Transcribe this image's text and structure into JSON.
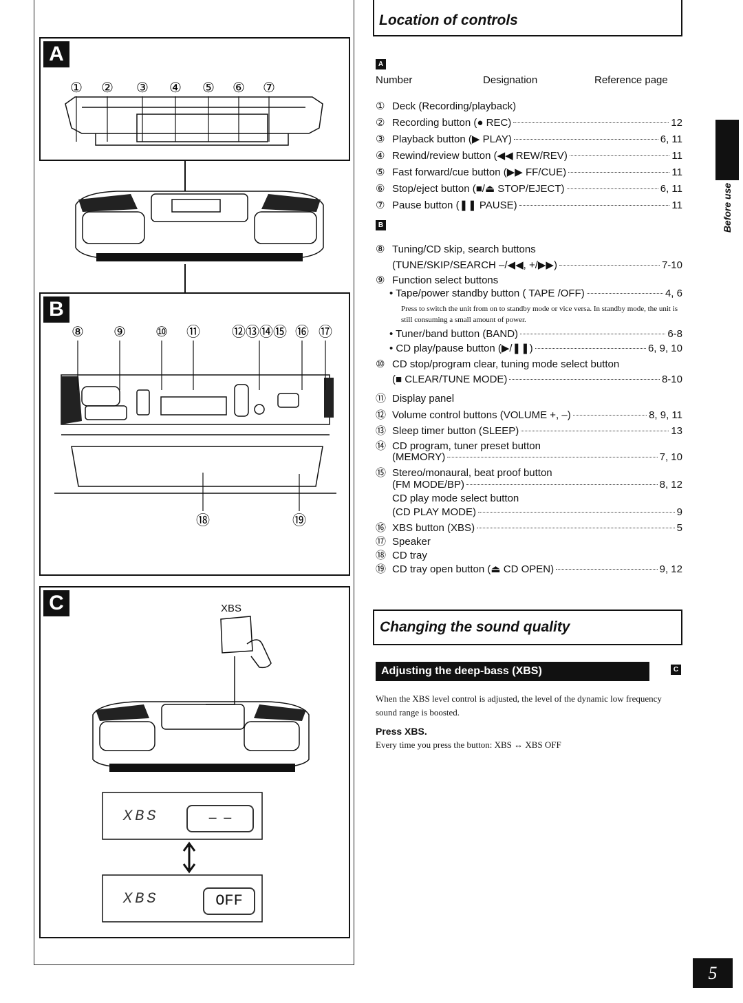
{
  "panels": {
    "a_tag": "A",
    "b_tag": "B",
    "c_tag": "C",
    "a_callouts": [
      "①",
      "②",
      "③",
      "④",
      "⑤",
      "⑥",
      "⑦"
    ],
    "b_callouts": [
      "⑧",
      "⑨",
      "⑩",
      "⑪",
      "⑫⑬⑭⑮",
      "⑯",
      "⑰"
    ],
    "b_callouts_bottom": [
      "⑱",
      "⑲"
    ],
    "c_xbs_label": "XBS",
    "c_display1": {
      "left": "XBS",
      "right": "— —"
    },
    "c_display2": {
      "left": "XBS",
      "right": "OFF"
    }
  },
  "location": {
    "title": "Location of controls",
    "section_a_tag": "A",
    "header": {
      "number": "Number",
      "designation": "Designation",
      "reference": "Reference page"
    },
    "items_a": [
      {
        "num": "①",
        "text": "Deck (Recording/playback)",
        "ref": ""
      },
      {
        "num": "②",
        "text": "Recording button (● REC)",
        "ref": "12"
      },
      {
        "num": "③",
        "text": "Playback button (▶ PLAY)",
        "ref": "6, 11"
      },
      {
        "num": "④",
        "text": "Rewind/review button (◀◀ REW/REV)",
        "ref": "11"
      },
      {
        "num": "⑤",
        "text": "Fast forward/cue button (▶▶ FF/CUE)",
        "ref": "11"
      },
      {
        "num": "⑥",
        "text": "Stop/eject button (■/⏏ STOP/EJECT)",
        "ref": "6, 11"
      },
      {
        "num": "⑦",
        "text": "Pause button (❚❚ PAUSE)",
        "ref": "11"
      }
    ],
    "section_b_tag": "B",
    "item8_line1": {
      "num": "⑧",
      "text": "Tuning/CD skip, search buttons"
    },
    "item8_line2": {
      "text": "(TUNE/SKIP/SEARCH –/◀◀, +/▶▶)",
      "ref": "7-10"
    },
    "item9": {
      "num": "⑨",
      "text": "Function select buttons"
    },
    "item9_sub1": {
      "text": "• Tape/power standby button ( TAPE /OFF)",
      "ref": "4, 6"
    },
    "item9_note": "Press to switch the unit from on to standby mode or vice versa. In standby mode, the unit is still consuming a small amount of power.",
    "item9_sub2": {
      "text": "• Tuner/band button (BAND)",
      "ref": "6-8"
    },
    "item9_sub3": {
      "text": "• CD play/pause button (▶/❚❚)",
      "ref": "6, 9, 10"
    },
    "item10_line1": {
      "num": "⑩",
      "text": "CD stop/program clear, tuning mode select button"
    },
    "item10_line2": {
      "text": "(■ CLEAR/TUNE MODE)",
      "ref": "8-10"
    },
    "item11": {
      "num": "⑪",
      "text": "Display panel"
    },
    "item12": {
      "num": "⑫",
      "text": "Volume control buttons (VOLUME +, –)",
      "ref": "8, 9, 11"
    },
    "item13": {
      "num": "⑬",
      "text": "Sleep timer button (SLEEP)",
      "ref": "13"
    },
    "item14_line1": {
      "num": "⑭",
      "text": "CD program, tuner preset button"
    },
    "item14_line2": {
      "text": "(MEMORY)",
      "ref": "7, 10"
    },
    "item15_line1": {
      "num": "⑮",
      "text": "Stereo/monaural, beat proof button"
    },
    "item15_line2": {
      "text": "(FM MODE/BP)",
      "ref": "8, 12"
    },
    "item15_line3": {
      "text": "CD play mode select button"
    },
    "item15_line4": {
      "text": "(CD PLAY MODE)",
      "ref": "9"
    },
    "item16": {
      "num": "⑯",
      "text": "XBS button (XBS)",
      "ref": "5"
    },
    "item17": {
      "num": "⑰",
      "text": "Speaker"
    },
    "item18": {
      "num": "⑱",
      "text": "CD tray"
    },
    "item19": {
      "num": "⑲",
      "text": "CD tray open button (⏏ CD OPEN)",
      "ref": "9, 12"
    }
  },
  "sound": {
    "title": "Changing the sound quality",
    "banner": "Adjusting the deep-bass (XBS)",
    "banner_tag": "C",
    "paragraph": "When the XBS level control is adjusted, the level of the dynamic low frequency sound range is boosted.",
    "press_label": "Press XBS.",
    "every_time": "Every time you press the button: XBS ↔ XBS OFF"
  },
  "side_label": "Before use",
  "page_number": "5"
}
